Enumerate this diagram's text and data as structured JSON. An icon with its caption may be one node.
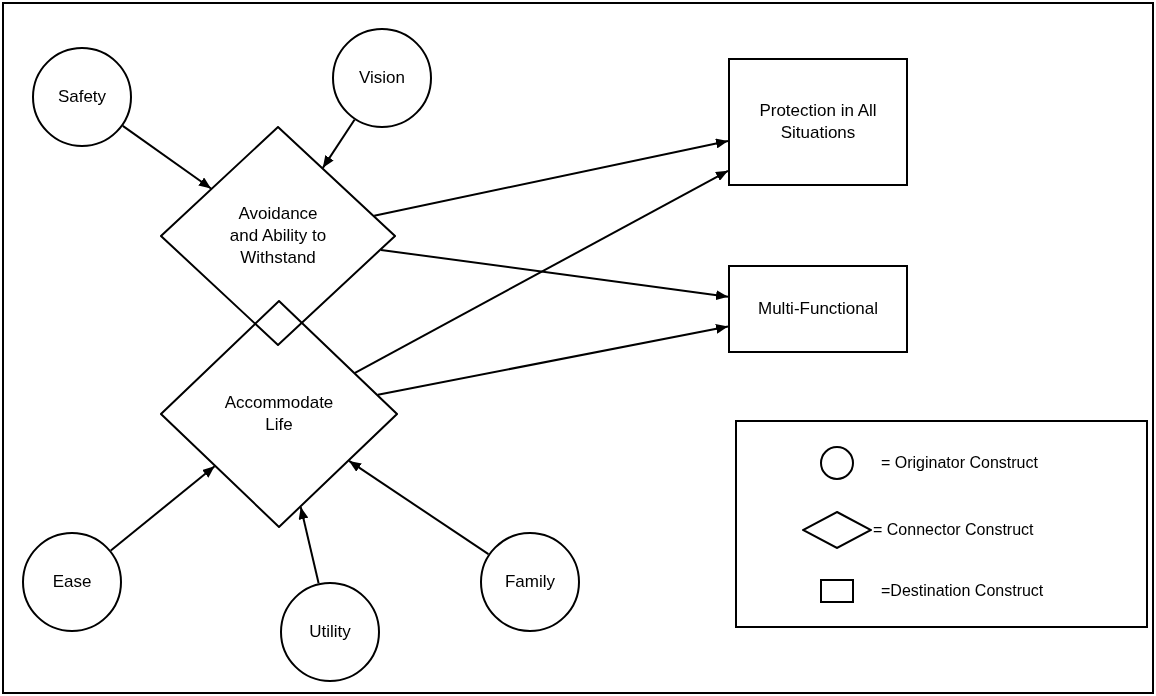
{
  "diagram": {
    "nodes": [
      {
        "text": [
          "Safety"
        ]
      },
      {
        "text": [
          "Vision"
        ]
      },
      {
        "text": [
          "Avoidance and Ability to Withstand"
        ]
      },
      {
        "text": [
          "Protection in All Situations"
        ]
      },
      {
        "text": [
          "Multi-Functional"
        ]
      },
      {
        "text": [
          "Accommodate Life"
        ]
      },
      {
        "text": [
          "Ease"
        ]
      },
      {
        "text": [
          "Utility"
        ]
      },
      {
        "text": [
          "Family"
        ]
      }
    ],
    "edges": [
      {
        "from": 0,
        "to": 2,
        "arrow": "to"
      },
      {
        "from": 1,
        "to": 2,
        "arrow": "to"
      },
      {
        "from": 2,
        "to": 3,
        "arrow": "to"
      },
      {
        "from": 2,
        "to": 4,
        "arrow": "to"
      },
      {
        "from": 5,
        "to": 3,
        "arrow": "to"
      },
      {
        "from": 5,
        "to": 4,
        "arrow": "to"
      },
      {
        "from": 6,
        "to": 5,
        "arrow": "to"
      },
      {
        "from": 7,
        "to": 5,
        "arrow": "to"
      },
      {
        "from": 8,
        "to": 5,
        "arrow": "to"
      }
    ],
    "legend": [
      {
        "text": "= Originator Construct"
      },
      {
        "text": "= Connector Construct"
      },
      {
        "text": "=Destination Construct"
      }
    ]
  }
}
